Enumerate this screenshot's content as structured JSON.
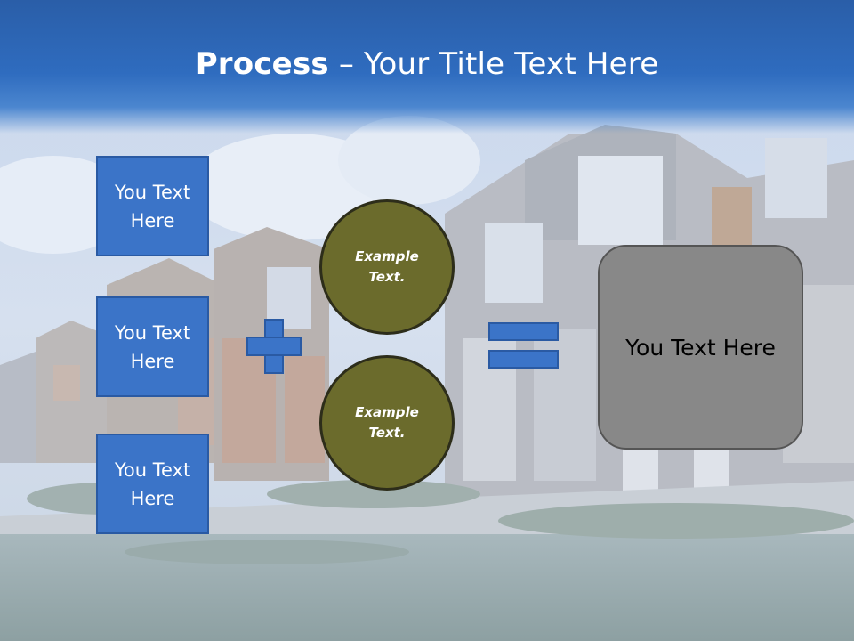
{
  "slide": {
    "title_bold": "Process",
    "title_rest": " – Your Title Text Here"
  },
  "left_boxes": [
    {
      "label": "You Text Here"
    },
    {
      "label": "You Text Here"
    },
    {
      "label": "You Text Here"
    }
  ],
  "circles": [
    {
      "label": "Example Text."
    },
    {
      "label": "Example Text."
    }
  ],
  "result": {
    "label": "You Text Here"
  },
  "icons": {
    "operator_plus": "plus-icon",
    "operator_equals": "equals-icon"
  },
  "colors": {
    "header_blue": "#2f6cbf",
    "box_blue": "#3b74c8",
    "circle_olive": "#6b6b2c",
    "result_gray": "#888888"
  }
}
